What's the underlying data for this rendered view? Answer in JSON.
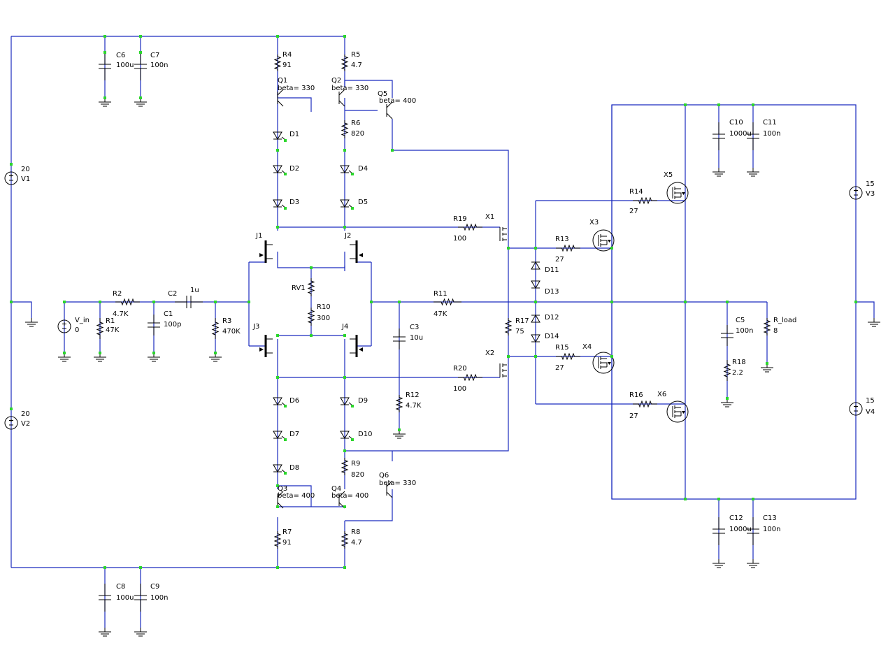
{
  "components": [
    {
      "id": "V1",
      "value": "20"
    },
    {
      "id": "V2",
      "value": "20"
    },
    {
      "id": "V3",
      "value": "15"
    },
    {
      "id": "V4",
      "value": "15"
    },
    {
      "id": "C6",
      "value": "100u"
    },
    {
      "id": "C7",
      "value": "100n"
    },
    {
      "id": "C8",
      "value": "100u"
    },
    {
      "id": "C9",
      "value": "100n"
    },
    {
      "id": "R4",
      "value": "91"
    },
    {
      "id": "R5",
      "value": "4.7"
    },
    {
      "id": "Q1",
      "value": "beta= 330"
    },
    {
      "id": "Q2",
      "value": "beta= 330"
    },
    {
      "id": "Q5",
      "value": "beta= 400"
    },
    {
      "id": "R6",
      "value": "820"
    },
    {
      "id": "D1",
      "value": ""
    },
    {
      "id": "D2",
      "value": ""
    },
    {
      "id": "D3",
      "value": ""
    },
    {
      "id": "D4",
      "value": ""
    },
    {
      "id": "D5",
      "value": ""
    },
    {
      "id": "J1",
      "value": ""
    },
    {
      "id": "J2",
      "value": ""
    },
    {
      "id": "J3",
      "value": ""
    },
    {
      "id": "J4",
      "value": ""
    },
    {
      "id": "RV1",
      "value": ""
    },
    {
      "id": "R10",
      "value": "300"
    },
    {
      "id": "R2",
      "value": "4.7K"
    },
    {
      "id": "R1",
      "value": "47K"
    },
    {
      "id": "C2",
      "value": "1u"
    },
    {
      "id": "C1",
      "value": "100p"
    },
    {
      "id": "R3",
      "value": "470K"
    },
    {
      "id": "V_in",
      "value": "0"
    },
    {
      "id": "C3",
      "value": "10u"
    },
    {
      "id": "R12",
      "value": "4.7K"
    },
    {
      "id": "R11",
      "value": "47K"
    },
    {
      "id": "R19",
      "value": "100"
    },
    {
      "id": "R20",
      "value": "100"
    },
    {
      "id": "X1",
      "value": ""
    },
    {
      "id": "X2",
      "value": ""
    },
    {
      "id": "R17",
      "value": "75"
    },
    {
      "id": "D11",
      "value": ""
    },
    {
      "id": "D13",
      "value": ""
    },
    {
      "id": "D12",
      "value": ""
    },
    {
      "id": "D14",
      "value": ""
    },
    {
      "id": "R13",
      "value": "27"
    },
    {
      "id": "R14",
      "value": "27"
    },
    {
      "id": "R15",
      "value": "27"
    },
    {
      "id": "R16",
      "value": "27"
    },
    {
      "id": "X3",
      "value": ""
    },
    {
      "id": "X4",
      "value": ""
    },
    {
      "id": "X5",
      "value": ""
    },
    {
      "id": "X6",
      "value": ""
    },
    {
      "id": "C10",
      "value": "1000u"
    },
    {
      "id": "C11",
      "value": "100n"
    },
    {
      "id": "C12",
      "value": "1000u"
    },
    {
      "id": "C13",
      "value": "100n"
    },
    {
      "id": "C5",
      "value": "100n"
    },
    {
      "id": "R18",
      "value": "2.2"
    },
    {
      "id": "R_load",
      "value": "8"
    },
    {
      "id": "D6",
      "value": ""
    },
    {
      "id": "D7",
      "value": ""
    },
    {
      "id": "D8",
      "value": ""
    },
    {
      "id": "D9",
      "value": ""
    },
    {
      "id": "D10",
      "value": ""
    },
    {
      "id": "R9",
      "value": "820"
    },
    {
      "id": "Q3",
      "value": "beta= 400"
    },
    {
      "id": "Q4",
      "value": "beta= 400"
    },
    {
      "id": "Q6",
      "value": "beta= 330"
    },
    {
      "id": "R7",
      "value": "91"
    },
    {
      "id": "R8",
      "value": "4.7"
    }
  ],
  "colors": {
    "wire": "#1a2bbf",
    "node": "#2cd62c",
    "component": "#000000",
    "background": "#ffffff"
  }
}
